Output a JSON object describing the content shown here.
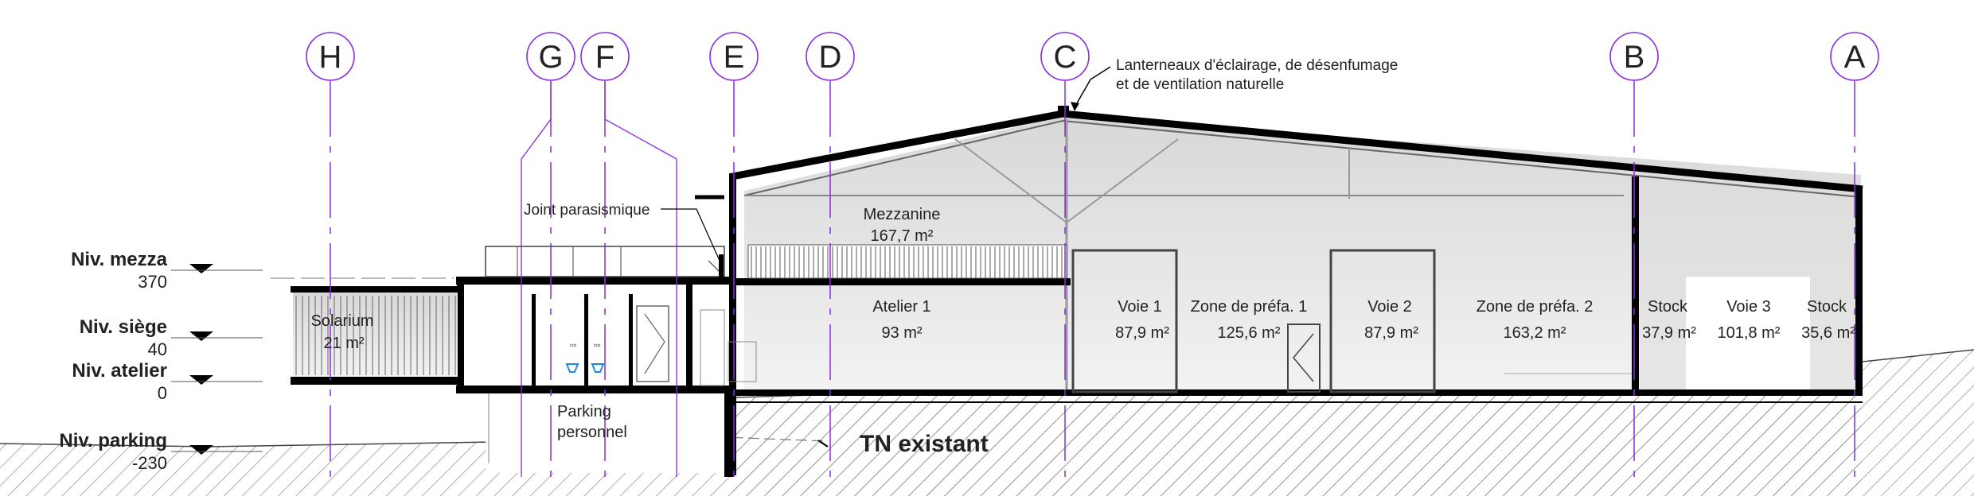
{
  "axes": [
    "H",
    "G",
    "F",
    "E",
    "D",
    "C",
    "B",
    "A"
  ],
  "colors": {
    "axis": "#8a2be2",
    "structure": "#000000",
    "hatch": "#8c8c8c"
  },
  "levels": [
    {
      "name": "Niv. mezza",
      "value": "370"
    },
    {
      "name": "Niv. siège",
      "value": "40"
    },
    {
      "name": "Niv. atelier",
      "value": "0"
    },
    {
      "name": "Niv. parking",
      "value": "-230"
    }
  ],
  "annotations": {
    "lanterns_line1": "Lanterneaux d'éclairage, de désenfumage",
    "lanterns_line2": "et de ventilation naturelle",
    "joint": "Joint parasismique",
    "tn": "TN existant"
  },
  "rooms": {
    "mezzanine": {
      "name": "Mezzanine",
      "area": "167,7 m²"
    },
    "solarium": {
      "name": "Solarium",
      "area": "21 m²"
    },
    "parking": {
      "line1": "Parking",
      "line2": "personnel"
    },
    "atelier1": {
      "name": "Atelier 1",
      "area": "93 m²"
    },
    "voie1": {
      "name": "Voie 1",
      "area": "87,9 m²"
    },
    "prefa1": {
      "name": "Zone de préfa. 1",
      "area": "125,6 m²"
    },
    "voie2": {
      "name": "Voie 2",
      "area": "87,9 m²"
    },
    "prefa2": {
      "name": "Zone de préfa. 2",
      "area": "163,2 m²"
    },
    "stock1": {
      "name": "Stock",
      "area": "37,9 m²"
    },
    "voie3": {
      "name": "Voie 3",
      "area": "101,8 m²"
    },
    "stock2": {
      "name": "Stock",
      "area": "35,6 m²"
    }
  }
}
